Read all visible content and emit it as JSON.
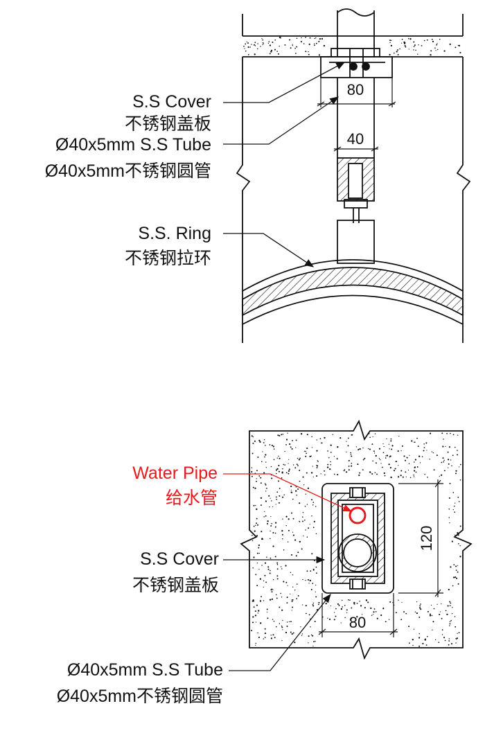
{
  "top_view": {
    "cover_label": "S.S Cover",
    "cover_label_cn": "不锈钢盖板",
    "tube_label": "Ø40x5mm S.S Tube",
    "tube_label_cn": "Ø40x5mm不锈钢圆管",
    "ring_label": "S.S. Ring",
    "ring_label_cn": "不锈钢拉环",
    "dim_cover_width": "80",
    "dim_tube_width": "40"
  },
  "plan_view": {
    "pipe_label": "Water Pipe",
    "pipe_label_cn": "给水管",
    "cover_label": "S.S Cover",
    "cover_label_cn": "不锈钢盖板",
    "tube_label": "Ø40x5mm S.S Tube",
    "tube_label_cn": "Ø40x5mm不锈钢圆管",
    "dim_height": "120",
    "dim_width": "80"
  },
  "colors": {
    "line": "#111111",
    "highlight": "#e41a1c"
  }
}
